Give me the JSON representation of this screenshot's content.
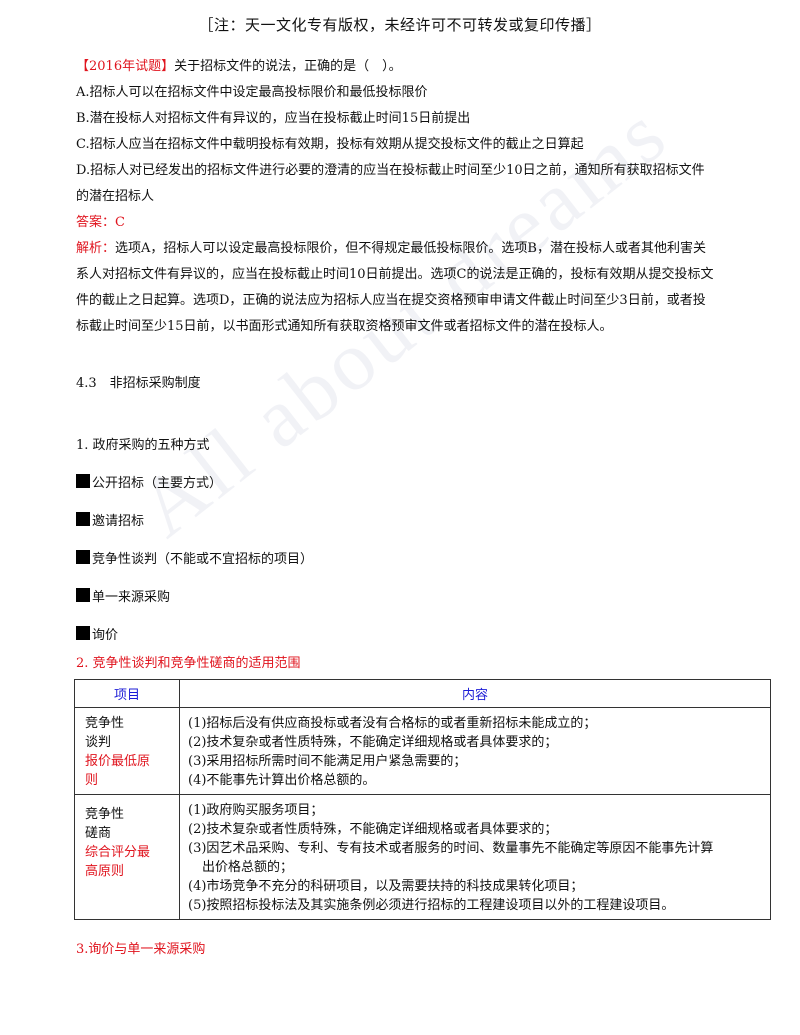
{
  "header": "［注：天一文化专有版权，未经许可不可转发或复印传播］",
  "watermark": "All about dreams",
  "question": {
    "tag": "【2016年试题】",
    "stem": "关于招标文件的说法，正确的是（　）。",
    "options": [
      "A.招标人可以在招标文件中设定最高投标限价和最低投标限价",
      "B.潜在投标人对招标文件有异议的，应当在投标截止时间15日前提出",
      "C.招标人应当在招标文件中载明投标有效期，投标有效期从提交投标文件的截止之日算起",
      "D.招标人对已经发出的招标文件进行必要的澄清的应当在投标截止时间至少10日之前，通知所有获取招标文件",
      "的潜在招标人"
    ],
    "answer": "答案：C",
    "analysis_label": "解析：",
    "analysis_lines": [
      "选项A，招标人可以设定最高投标限价，但不得规定最低投标限价。选项B，潜在投标人或者其他利害关",
      "系人对招标文件有异议的，应当在投标截止时间10日前提出。选项C的说法是正确的，投标有效期从提交投标文",
      "件的截止之日起算。选项D，正确的说法应为招标人应当在提交资格预审申请文件截止时间至少3日前，或者投",
      "标截止时间至少15日前，以书面形式通知所有获取资格预审文件或者招标文件的潜在投标人。"
    ]
  },
  "section_title": "4.3　非招标采购制度",
  "subtitle1": "1. 政府采购的五种方式",
  "methods": [
    "公开招标（主要方式）",
    "邀请招标",
    "竞争性谈判（不能或不宜招标的项目）",
    "单一来源采购",
    "询价"
  ],
  "subtitle2": "2. 竞争性谈判和竞争性磋商的适用范围",
  "table": {
    "headers": [
      "项目",
      "内容"
    ],
    "rows": [
      {
        "name_lines": [
          "竞争性",
          "谈判"
        ],
        "rule_lines": [
          "报价最低原",
          "则"
        ],
        "items": [
          "(1)招标后没有供应商投标或者没有合格标的或者重新招标未能成立的；",
          "(2)技术复杂或者性质特殊，不能确定详细规格或者具体要求的；",
          "(3)采用招标所需时间不能满足用户紧急需要的；",
          "(4)不能事先计算出价格总额的。"
        ]
      },
      {
        "name_lines": [
          "竞争性",
          "磋商"
        ],
        "rule_lines": [
          "综合评分最",
          "高原则"
        ],
        "items": [
          "(1)政府购买服务项目；",
          "(2)技术复杂或者性质特殊，不能确定详细规格或者具体要求的；",
          "(3)因艺术品采购、专利、专有技术或者服务的时间、数量事先不能确定等原因不能事先计算",
          "出价格总额的；",
          "(4)市场竞争不充分的科研项目，以及需要扶持的科技成果转化项目；",
          "(5)按照招标投标法及其实施条例必须进行招标的工程建设项目以外的工程建设项目。"
        ]
      }
    ]
  },
  "subtitle3": "3.询价与单一来源采购",
  "colors": {
    "red": "#e0141e",
    "blue": "#1c1cd6",
    "text": "#111111"
  }
}
